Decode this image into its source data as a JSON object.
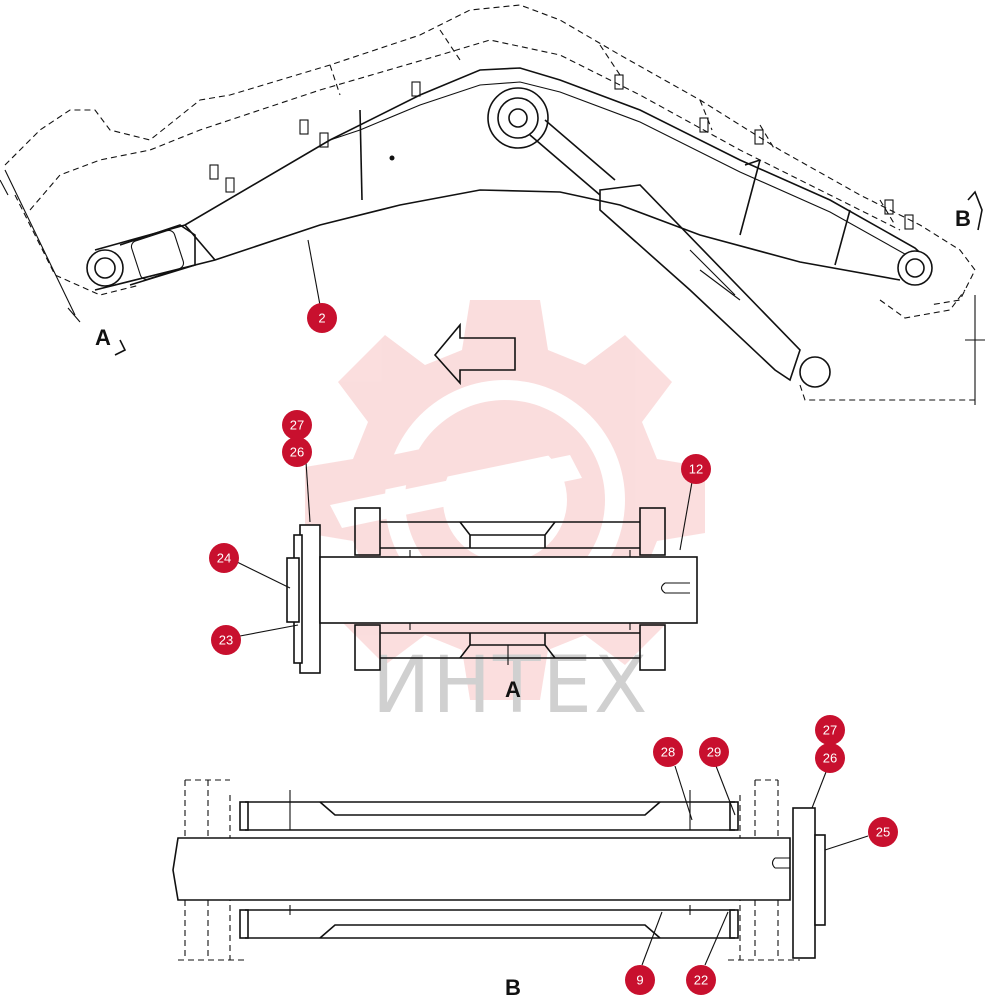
{
  "watermark": {
    "text": "ИНТЕХ",
    "color": "#f3a0a0"
  },
  "view_labels": {
    "top_left": "A",
    "top_right": "B",
    "section_a": "A",
    "section_b": "B"
  },
  "callouts": {
    "c2": "2",
    "c27a": "27",
    "c26a": "26",
    "c12": "12",
    "c24": "24",
    "c23": "23",
    "c28": "28",
    "c29": "29",
    "c27b": "27",
    "c26b": "26",
    "c25": "25",
    "c9": "9",
    "c22": "22"
  },
  "colors": {
    "badge": "#c8102e",
    "line": "#111111"
  }
}
